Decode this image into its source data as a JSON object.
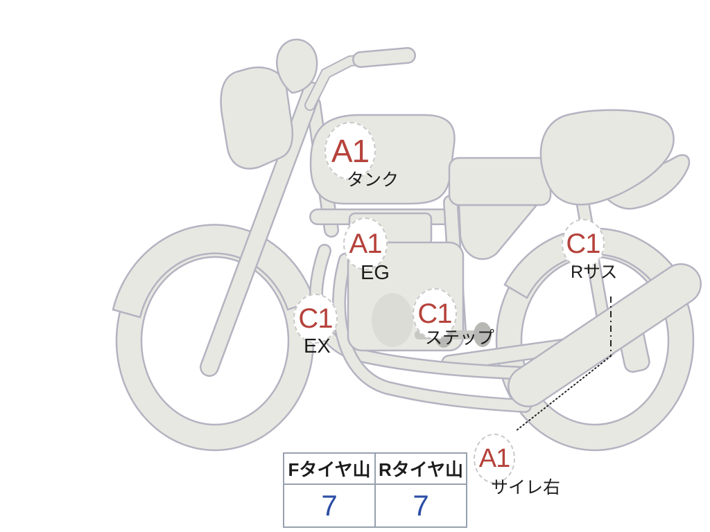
{
  "diagram": {
    "kind": "motorcycle-condition-diagram",
    "colors": {
      "bike_fill": "#e8e8e2",
      "bike_stroke": "#b3b3c1",
      "grade_text": "#b5423b",
      "part_text": "#1c1c1c",
      "table_border": "#97a0ad",
      "tire_value_text": "#2b4da6"
    },
    "markers": [
      {
        "part_id": "tank",
        "grade": "A1",
        "part": "タンク"
      },
      {
        "part_id": "engine",
        "grade": "A1",
        "part": "EG"
      },
      {
        "part_id": "exhaust",
        "grade": "C1",
        "part": "EX"
      },
      {
        "part_id": "step",
        "grade": "C1",
        "part": "ステップ"
      },
      {
        "part_id": "rear-suspension",
        "grade": "C1",
        "part": "Rサス"
      },
      {
        "part_id": "silencer-right",
        "grade": "A1",
        "part": "サイレ右"
      }
    ]
  },
  "tire_table": {
    "columns": [
      {
        "header": "Fタイヤ山",
        "value": "7"
      },
      {
        "header": "Rタイヤ山",
        "value": "7"
      }
    ]
  }
}
